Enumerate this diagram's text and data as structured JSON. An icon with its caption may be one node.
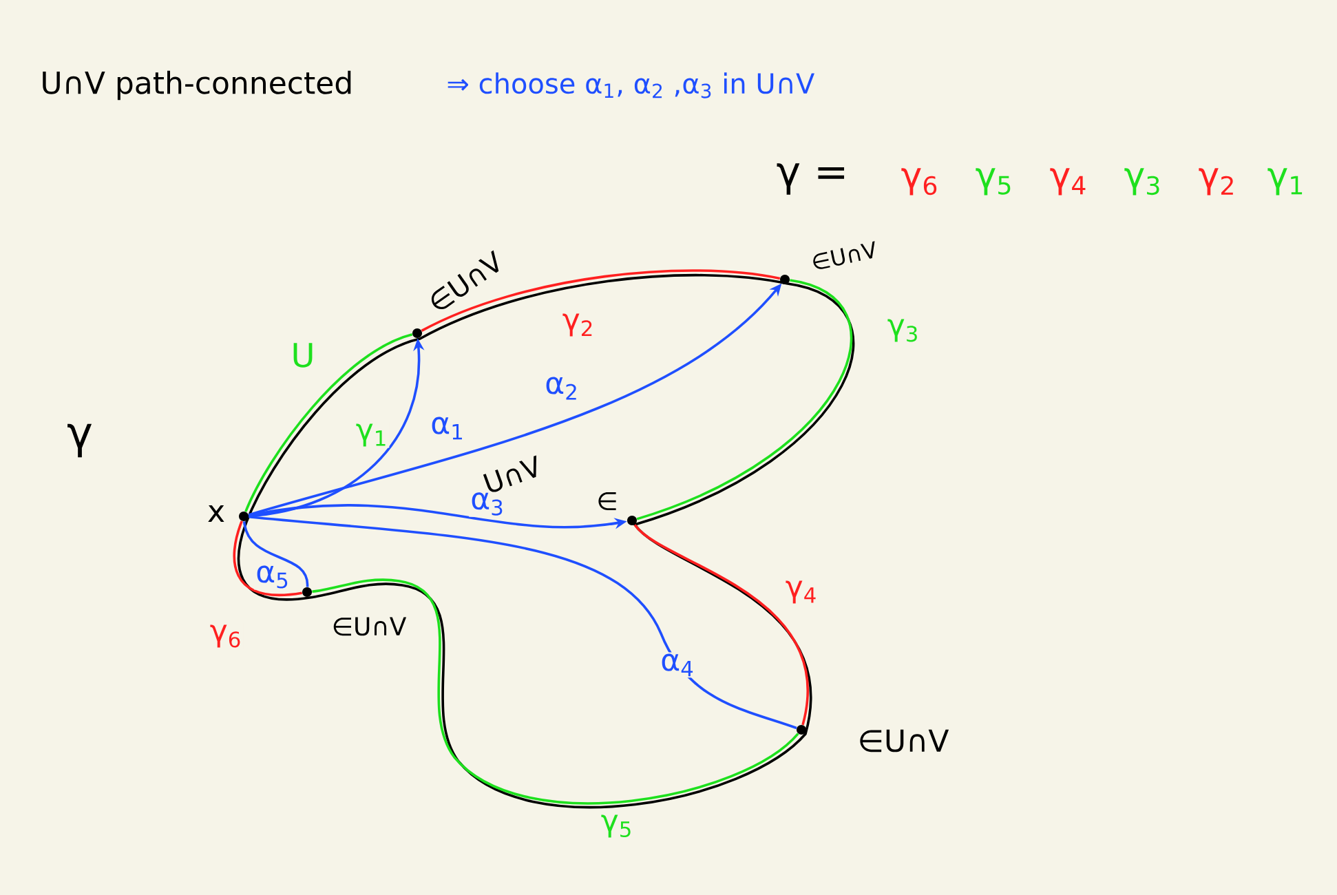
{
  "diagram": {
    "nodes": [
      {
        "text": [],
        "shape": "circle",
        "beside": [
          "x"
        ]
      },
      {
        "text": [],
        "shape": "circle",
        "beside": [
          "∈U∩V"
        ]
      },
      {
        "text": [],
        "shape": "circle",
        "beside": [
          "∈U∩V"
        ]
      },
      {
        "text": [],
        "shape": "circle",
        "beside": [
          "∈"
        ]
      },
      {
        "text": [],
        "shape": "circle",
        "beside": [
          "∈U∩V"
        ]
      },
      {
        "text": [],
        "shape": "circle",
        "beside": [
          "∈U∩V"
        ]
      }
    ],
    "edges": [
      {
        "from": 0,
        "to": 1,
        "arrow": "none",
        "label": "γ$_{1}$",
        "color": "#1ee01e"
      },
      {
        "from": 1,
        "to": 2,
        "arrow": "none",
        "label": "γ$_{2}$",
        "color": "#ff2020"
      },
      {
        "from": 2,
        "to": 3,
        "arrow": "none",
        "label": "γ$_{3}$",
        "color": "#1ee01e"
      },
      {
        "from": 3,
        "to": 4,
        "arrow": "none",
        "label": "γ$_{4}$",
        "color": "#ff2020"
      },
      {
        "from": 4,
        "to": 5,
        "arrow": "none",
        "label": "γ$_{5}$",
        "color": "#1ee01e"
      },
      {
        "from": 5,
        "to": 0,
        "arrow": "none",
        "label": "γ$_{6}$",
        "color": "#ff2020"
      },
      {
        "from": 0,
        "to": 1,
        "arrow": "to",
        "label": "α$_{1}$",
        "color": "#1f4fff"
      },
      {
        "from": 0,
        "to": 2,
        "arrow": "to",
        "label": "α$_{2}$",
        "color": "#1f4fff"
      },
      {
        "from": 0,
        "to": 3,
        "arrow": "to",
        "label": "α$_{3}$",
        "color": "#1f4fff"
      },
      {
        "from": 0,
        "to": 4,
        "arrow": "none",
        "label": "α$_{4}$",
        "color": "#1f4fff"
      },
      {
        "from": 0,
        "to": 5,
        "arrow": "none",
        "label": "α$_{5}$",
        "color": "#1f4fff"
      }
    ],
    "labels": [
      "U∩V path-connected",
      "⇒ choose α$_{1}$, α$_{2}$ ,α$_{3}$ in U∩V",
      "γ =",
      "γ$_{6}$",
      "γ$_{5}$",
      "γ$_{4}$",
      "γ$_{3}$",
      "γ$_{2}$",
      "γ$_{1}$",
      "U",
      "γ",
      "U∩V"
    ]
  }
}
